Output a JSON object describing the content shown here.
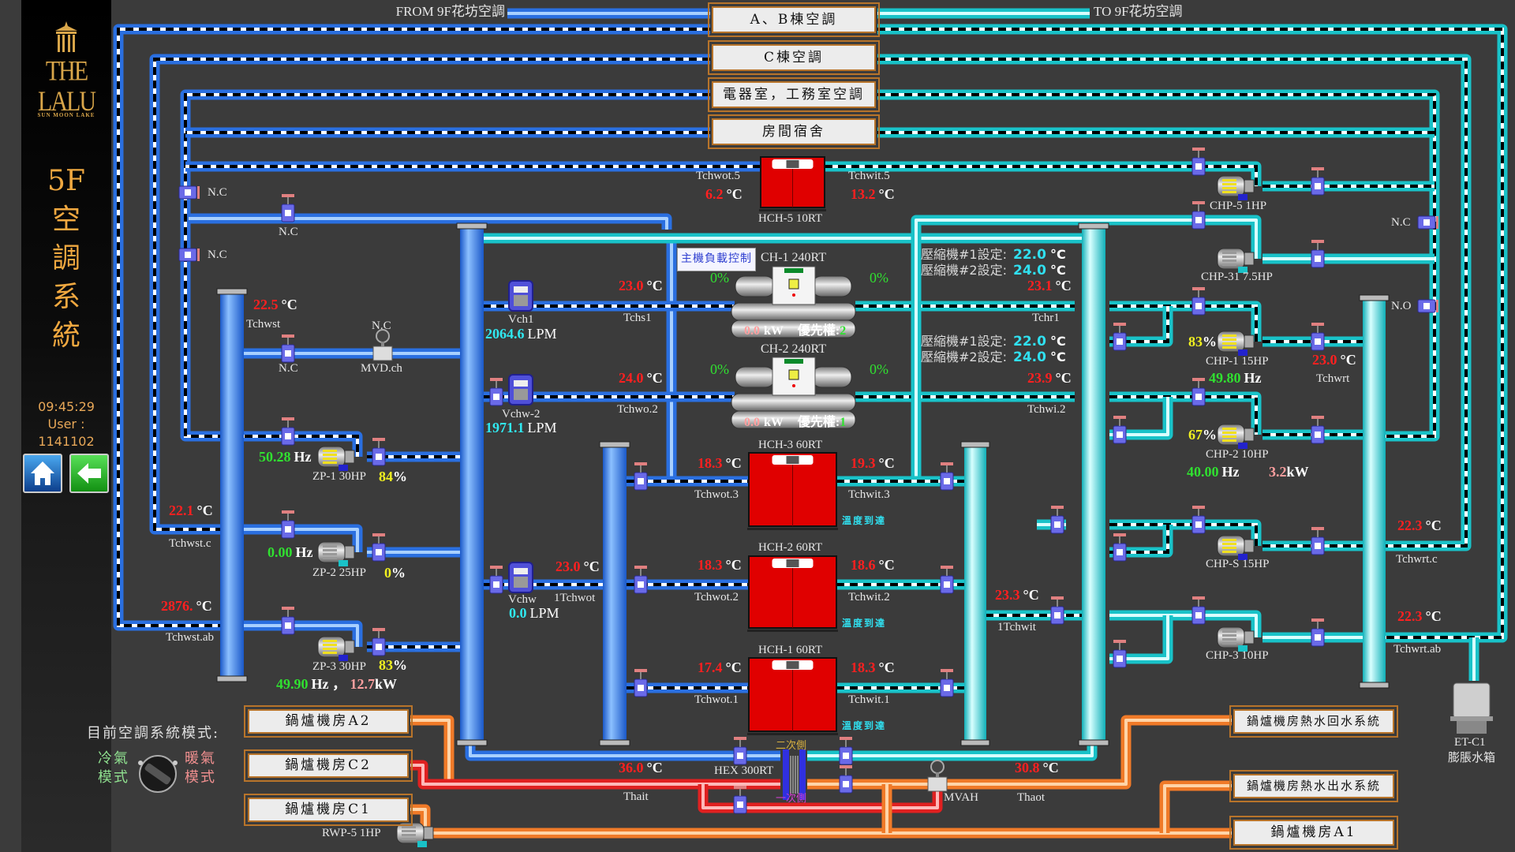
{
  "sidebar": {
    "logo_text": "THE LALU",
    "logo_sub": "SUN MOON LAKE",
    "title_chars": [
      "5F",
      "空",
      "調",
      "系",
      "統"
    ],
    "time": "09:45:29",
    "user": "User : 1141102",
    "home_icon": "home-icon",
    "back_icon": "arrow-left-icon"
  },
  "flows": {
    "from": "FROM 9F花坊空調",
    "to": "TO 9F花坊空調"
  },
  "header_boxes": [
    "A、B棟空調",
    "C棟空調",
    "電器室，工務室空調",
    "房間宿舍"
  ],
  "units": {
    "temp": "°C",
    "flow": "LPM",
    "freq": "Hz",
    "power": "kW"
  },
  "colors": {
    "chilled_pipe": "#2a6fe0",
    "return_pipe": "#19c2c8",
    "hot_pipe": "#e02020",
    "boiler_pipe": "#f07a28",
    "temp_value": "#ff2020",
    "running": "#30e030"
  },
  "sensors": [
    {
      "label": "Tchwot.5",
      "value": "6.2"
    },
    {
      "label": "Tchwit.5",
      "value": "13.2"
    },
    {
      "label": "Tchwst",
      "value": "22.5"
    },
    {
      "label": "Tchs1",
      "value": "23.0"
    },
    {
      "label": "Tchr1",
      "value": "23.1"
    },
    {
      "label": "Tchwi.2",
      "value": "23.9"
    },
    {
      "label": "Tchwo.2",
      "value": "24.0"
    },
    {
      "label": "Tchwst.c",
      "value": "22.1"
    },
    {
      "label": "Tchwst.ab",
      "value": "2876."
    },
    {
      "label": "1Tchwot",
      "value": "23.0"
    },
    {
      "label": "Tchwot.3",
      "value": "18.3"
    },
    {
      "label": "Tchwit.3",
      "value": "19.3"
    },
    {
      "label": "Tchwot.2",
      "value": "18.3"
    },
    {
      "label": "Tchwit.2",
      "value": "18.6"
    },
    {
      "label": "Tchwot.1",
      "value": "17.4"
    },
    {
      "label": "Tchwit.1",
      "value": "18.3"
    },
    {
      "label": "1Tchwit",
      "value": "23.3"
    },
    {
      "label": "Thait",
      "value": "36.0"
    },
    {
      "label": "Thaot",
      "value": "30.8"
    },
    {
      "label": "Tchwrt",
      "value": "23.0"
    },
    {
      "label": "Tchwrt.c",
      "value": "22.3"
    },
    {
      "label": "Tchwrt.ab",
      "value": "22.3"
    }
  ],
  "flowmeters": [
    {
      "label": "Vch1",
      "value": "2064.6"
    },
    {
      "label": "Vchw-2",
      "value": "1971.1"
    },
    {
      "label": "Vchw",
      "value": "0.0"
    }
  ],
  "valves": {
    "nc": "N.C",
    "no": "N.O",
    "mvd": "MVD.ch",
    "mvah": "MVAH"
  },
  "pumps": {
    "zp1": {
      "name": "ZP-1 30HP",
      "freq": "50.28",
      "load": "84",
      "running": true
    },
    "zp2": {
      "name": "ZP-2 25HP",
      "freq": "0.00",
      "load": "0",
      "running": false
    },
    "zp3": {
      "name": "ZP-3 30HP",
      "freq": "49.90",
      "load": "83",
      "power": "12.7",
      "running": true
    },
    "chp5": {
      "name": "CHP-5 1HP",
      "running": true
    },
    "chp31": {
      "name": "CHP-31 7.5HP",
      "running": false
    },
    "chp1": {
      "name": "CHP-1 15HP",
      "freq": "49.80",
      "load": "83",
      "running": true
    },
    "chp2": {
      "name": "CHP-2 10HP",
      "freq": "40.00",
      "load": "67",
      "power": "3.2",
      "running": true
    },
    "chps": {
      "name": "CHP-S 15HP",
      "running": true
    },
    "chp3": {
      "name": "CHP-3 10HP",
      "running": false
    },
    "rwp5": {
      "name": "RWP-5 1HP",
      "running": false
    }
  },
  "chillers": {
    "load_control_button": "主機負載控制",
    "priority_label": "優先權:",
    "setpoint1_label": "壓縮機#1設定:",
    "setpoint2_label": "壓縮機#2設定:",
    "ch1": {
      "name": "CH-1 240RT",
      "load_left": "0%",
      "load_right": "0%",
      "power": "0.0",
      "priority": "2",
      "sp1": "22.0",
      "sp2": "24.0"
    },
    "ch2": {
      "name": "CH-2 240RT",
      "load_left": "0%",
      "load_right": "0%",
      "power": "0.0",
      "priority": "1",
      "sp1": "22.0",
      "sp2": "24.0"
    },
    "hch5": {
      "name": "HCH-5 10RT"
    },
    "hch3": {
      "name": "HCH-3 60RT",
      "status": "溫度到達"
    },
    "hch2": {
      "name": "HCH-2 60RT",
      "status": "溫度到達"
    },
    "hch1": {
      "name": "HCH-1 60RT",
      "status": "溫度到達"
    }
  },
  "hex": {
    "name": "HEX 300RT",
    "secondary": "二次側",
    "primary": "一次側"
  },
  "boilers": {
    "a2": "鍋爐機房A2",
    "c2": "鍋爐機房C2",
    "c1": "鍋爐機房C1",
    "return": "鍋爐機房熱水回水系統",
    "supply": "鍋爐機房熱水出水系統",
    "a1": "鍋爐機房A1"
  },
  "mode": {
    "label": "目前空調系統模式:",
    "cool": "冷氣模式",
    "heat": "暖氣模式",
    "current": "cool"
  },
  "tank": {
    "name": "ET-C1",
    "desc": "膨脹水箱"
  }
}
